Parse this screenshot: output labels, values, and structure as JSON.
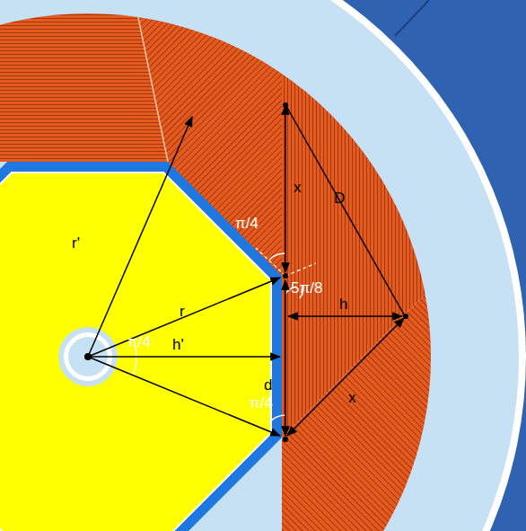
{
  "diagram": {
    "labels": [
      "r'",
      "x",
      "D",
      "π/4",
      "5π/8",
      "r",
      "h",
      "h'",
      "π/4",
      "d",
      "x",
      "π/4"
    ]
  }
}
